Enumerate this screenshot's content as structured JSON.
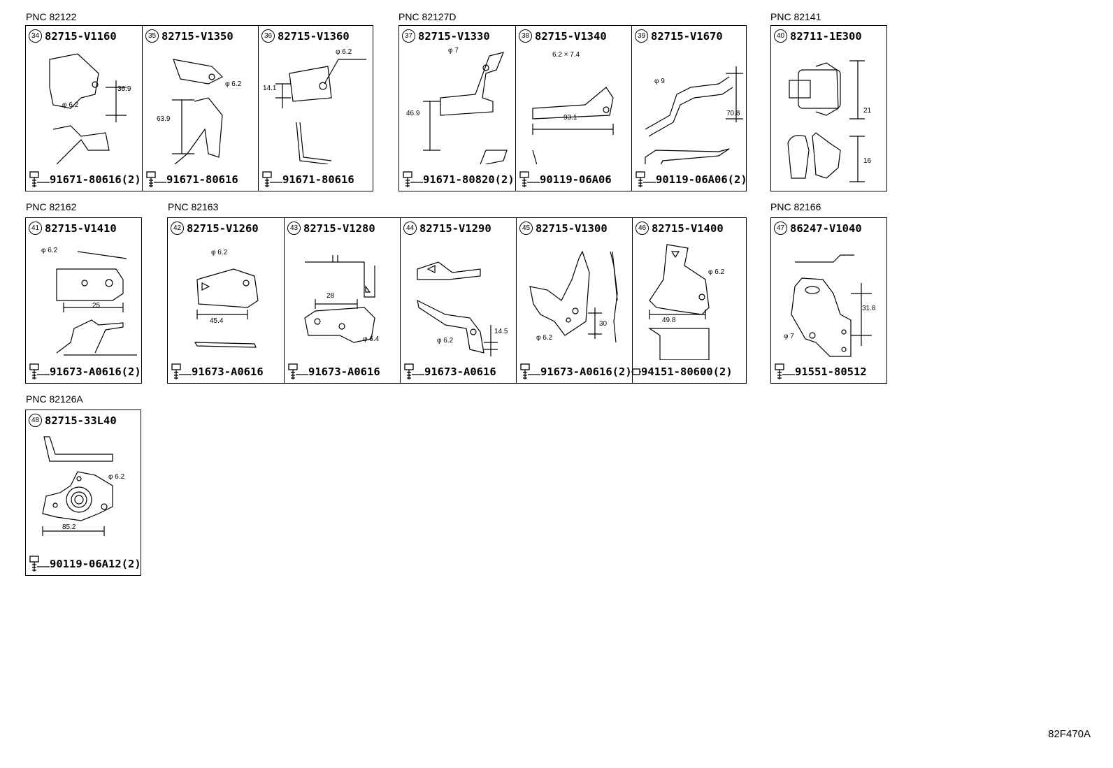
{
  "groups": [
    {
      "pnc": "PNC 82122",
      "parts": [
        {
          "index": "34",
          "part_no": "82715-V1160",
          "bolt": "91671-80616(2)",
          "dims": [
            "36.9",
            "φ 6.2"
          ]
        },
        {
          "index": "35",
          "part_no": "82715-V1350",
          "bolt": "91671-80616",
          "dims": [
            "φ 6.2",
            "63.9"
          ]
        },
        {
          "index": "36",
          "part_no": "82715-V1360",
          "bolt": "91671-80616",
          "dims": [
            "φ 6.2",
            "14.1"
          ]
        }
      ]
    },
    {
      "pnc": "PNC 82127D",
      "parts": [
        {
          "index": "37",
          "part_no": "82715-V1330",
          "bolt": "91671-80820(2)",
          "dims": [
            "φ 7",
            "46.9"
          ]
        },
        {
          "index": "38",
          "part_no": "82715-V1340",
          "bolt": "90119-06A06",
          "dims": [
            "6.2 × 7.4",
            "93.1"
          ]
        },
        {
          "index": "39",
          "part_no": "82715-V1670",
          "bolt": "90119-06A06(2)",
          "dims": [
            "φ 9",
            "70.8"
          ]
        }
      ]
    },
    {
      "pnc": "PNC 82141",
      "parts": [
        {
          "index": "40",
          "part_no": "82711-1E300",
          "bolt": "",
          "dims": [
            "21",
            "16"
          ]
        }
      ]
    },
    {
      "pnc": "PNC 82162",
      "parts": [
        {
          "index": "41",
          "part_no": "82715-V1410",
          "bolt": "91673-A0616(2)",
          "dims": [
            "φ 6.2",
            "25"
          ]
        }
      ]
    },
    {
      "pnc": "PNC 82163",
      "parts": [
        {
          "index": "42",
          "part_no": "82715-V1260",
          "bolt": "91673-A0616",
          "dims": [
            "φ 6.2",
            "45.4"
          ]
        },
        {
          "index": "43",
          "part_no": "82715-V1280",
          "bolt": "91673-A0616",
          "dims": [
            "28",
            "φ 6.4"
          ]
        },
        {
          "index": "44",
          "part_no": "82715-V1290",
          "bolt": "91673-A0616",
          "dims": [
            "φ 6.2",
            "14.5"
          ]
        },
        {
          "index": "45",
          "part_no": "82715-V1300",
          "bolt": "91673-A0616(2)",
          "dims": [
            "φ 6.2",
            "30"
          ]
        },
        {
          "index": "46",
          "part_no": "82715-V1400",
          "bolt": "94151-80600(2)",
          "dims": [
            "φ 6.2",
            "49.8"
          ]
        }
      ]
    },
    {
      "pnc": "PNC 82166",
      "parts": [
        {
          "index": "47",
          "part_no": "86247-V1040",
          "bolt": "91551-80512",
          "dims": [
            "31.8",
            "φ 7"
          ]
        }
      ]
    },
    {
      "pnc": "PNC 82126A",
      "parts": [
        {
          "index": "48",
          "part_no": "82715-33L40",
          "bolt": "90119-06A12(2)",
          "dims": [
            "φ 6.2",
            "85.2"
          ]
        }
      ]
    }
  ],
  "footer_code": "82F470A"
}
